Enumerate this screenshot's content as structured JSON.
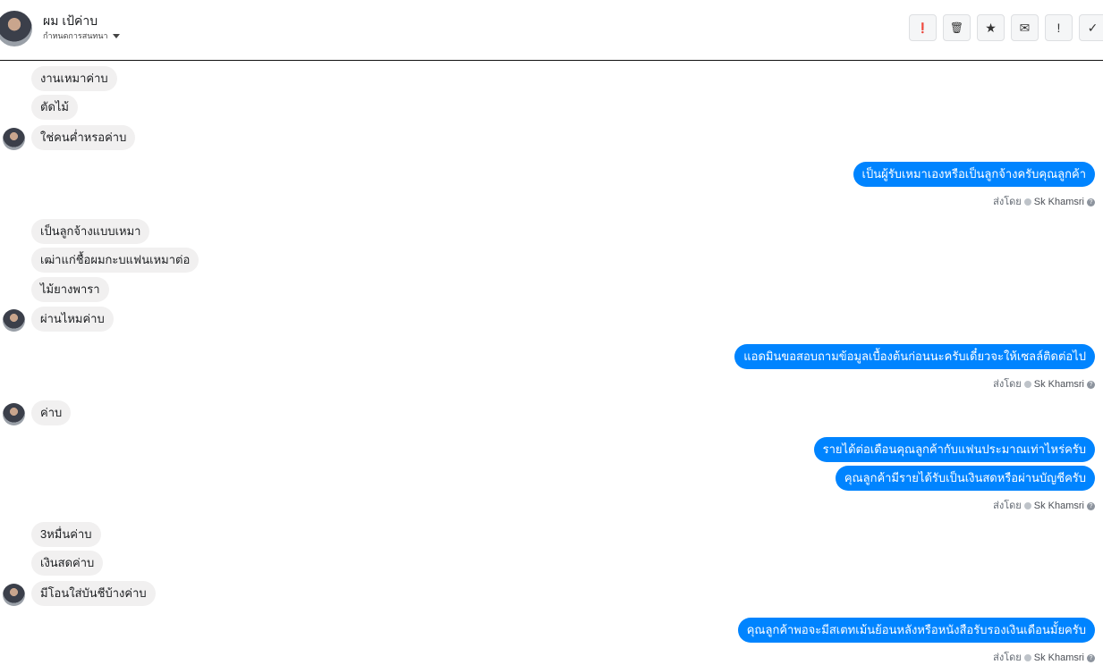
{
  "header": {
    "name": "ผม เป้ค่าบ",
    "subtitle": "กำหนดการสนทนา",
    "actions": [
      {
        "icon": "alert-circle-icon",
        "glyph": "❗"
      },
      {
        "icon": "trash-icon",
        "glyph": "🗑"
      },
      {
        "icon": "star-icon",
        "glyph": "★"
      },
      {
        "icon": "envelope-icon",
        "glyph": "✉"
      },
      {
        "icon": "exclamation-icon",
        "glyph": "!"
      },
      {
        "icon": "check-icon",
        "glyph": "✓"
      }
    ]
  },
  "meta": {
    "sent_by": "ส่งโดย",
    "agent": "Sk Khamsri",
    "help": "?"
  },
  "messages": {
    "m1": "งานเหมาค่าบ",
    "m2": "ตัดไม้",
    "m3": "ใช่คนค่ำหรอค่าบ",
    "m4": "เป็นผู้รับเหมาเองหรือเป็นลูกจ้างครับคุณลูกค้า",
    "m5": "เป็นลูกจ้างแบบเหมา",
    "m6": "เฒ่าแก่ชื้อผมกะบแฟนเหมาต่อ",
    "m7": "ไม้ยางพารา",
    "m8": "ผ่านไหมค่าบ",
    "m9": "แอดมินขอสอบถามข้อมูลเบื้องต้นก่อนนะครับเดี๋ยวจะให้เซลล์ติดต่อไป",
    "m10": "ค่าบ",
    "m11": "รายได้ต่อเดือนคุณลูกค้ากับแฟนประมาณเท่าไหร่ครับ",
    "m12": "คุณลูกค้ามีรายได้รับเป็นเงินสดหรือผ่านบัญชีครับ",
    "m13": "3หมื่นค่าบ",
    "m14": "เงินสดค่าบ",
    "m15": "มีโอนใส่บันชีบ้างค่าบ",
    "m16": "คุณลูกค้าพอจะมีสเตทเม้นย้อนหลังหรือหนังสือรับรองเงินเดือนมั้ยครับ"
  }
}
